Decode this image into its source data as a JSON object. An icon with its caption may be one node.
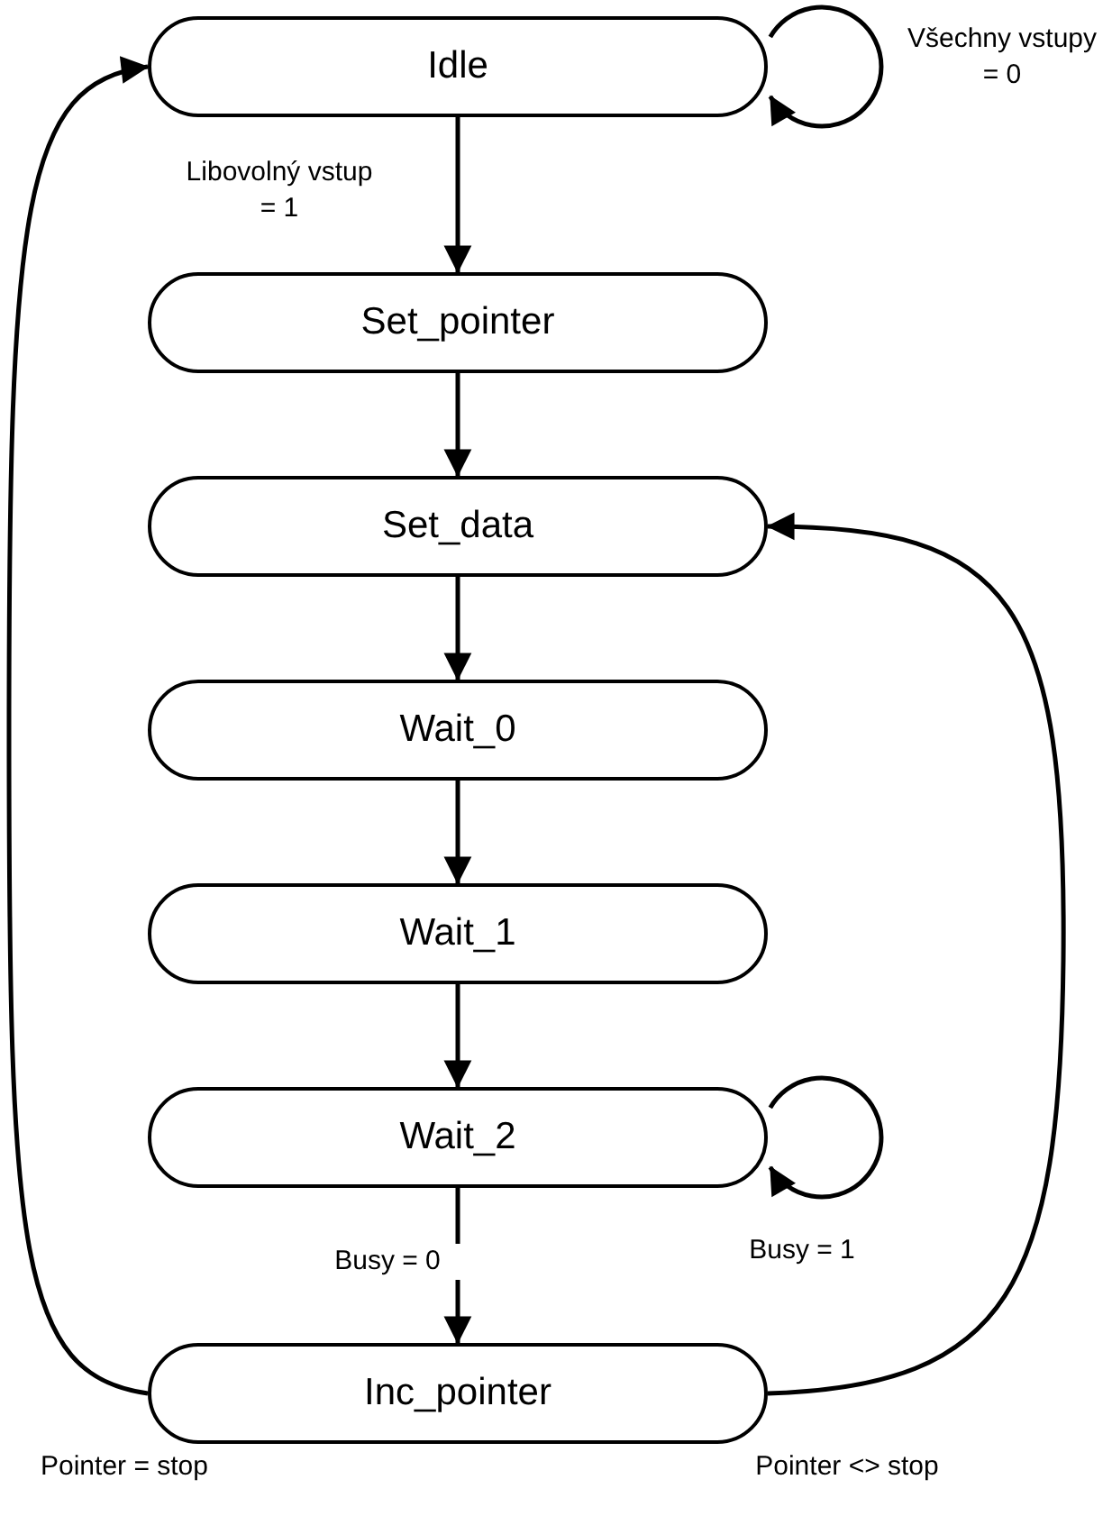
{
  "diagram": {
    "nodes": [
      {
        "text": [
          "Idle"
        ]
      },
      {
        "text": [
          "Set_pointer"
        ]
      },
      {
        "text": [
          "Set_data"
        ]
      },
      {
        "text": [
          "Wait_0"
        ]
      },
      {
        "text": [
          "Wait_1"
        ]
      },
      {
        "text": [
          "Wait_2"
        ]
      },
      {
        "text": [
          "Inc_pointer"
        ]
      }
    ],
    "edges": [
      {
        "from": 0,
        "to": 0,
        "arrow": "to",
        "label": "Všechny vstupy = 0"
      },
      {
        "from": 0,
        "to": 1,
        "arrow": "to",
        "label": "Libovolný vstup = 1"
      },
      {
        "from": 1,
        "to": 2,
        "arrow": "to"
      },
      {
        "from": 2,
        "to": 3,
        "arrow": "to"
      },
      {
        "from": 3,
        "to": 4,
        "arrow": "to"
      },
      {
        "from": 4,
        "to": 5,
        "arrow": "to"
      },
      {
        "from": 5,
        "to": 5,
        "arrow": "to",
        "label": "Busy = 1"
      },
      {
        "from": 5,
        "to": 6,
        "arrow": "to",
        "label": "Busy = 0"
      },
      {
        "from": 6,
        "to": 0,
        "arrow": "to",
        "label": "Pointer = stop"
      },
      {
        "from": 6,
        "to": 2,
        "arrow": "to",
        "label": "Pointer <> stop"
      }
    ]
  }
}
